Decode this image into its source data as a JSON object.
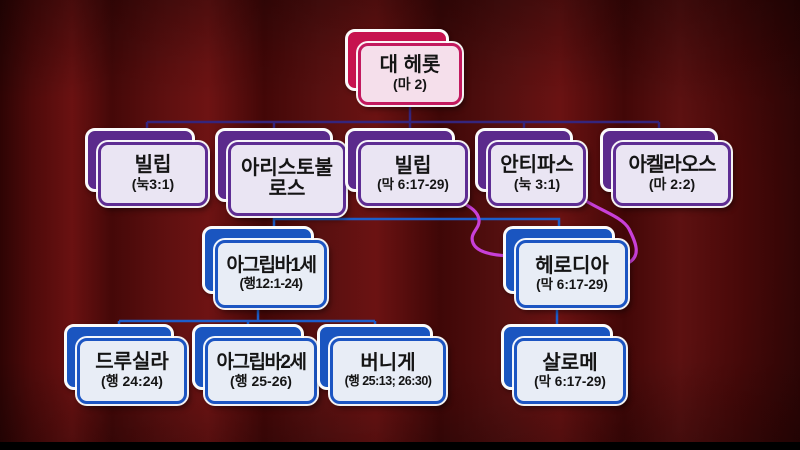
{
  "slide": {
    "background_color": "#4c0909",
    "letterbox_color": "#000000"
  },
  "colors": {
    "connector_dark": "#35257d",
    "connector_blue": "#1d5ecb",
    "marriage_line": "#c840d8",
    "pink_solid": "#c6134f",
    "purple_solid": "#5b2a8c",
    "blue_solid": "#1a55c0"
  },
  "nodes": {
    "herod": {
      "name": "대 헤롯",
      "ref": "(마 2)"
    },
    "philip1": {
      "name": "빌립",
      "ref": "(눅3:1)"
    },
    "aristobulus": {
      "name": "아리스토불로스",
      "ref": ""
    },
    "philip2": {
      "name": "빌립",
      "ref": "(막 6:17-29)"
    },
    "antipas": {
      "name": "안티파스",
      "ref": "(눅 3:1)"
    },
    "archelaus": {
      "name": "아켈라오스",
      "ref": "(마 2:2)"
    },
    "agrippa1": {
      "name": "아그립바1세",
      "ref": "(행12:1-24)"
    },
    "herodias": {
      "name": "헤로디아",
      "ref": "(막 6:17-29)"
    },
    "drusilla": {
      "name": "드루실라",
      "ref": "(행 24:24)"
    },
    "agrippa2": {
      "name": "아그립바2세",
      "ref": "(행 25-26)"
    },
    "bernice": {
      "name": "버니게",
      "ref": "(행 25:13; 26:30)"
    },
    "salome": {
      "name": "살로메",
      "ref": "(막 6:17-29)"
    }
  }
}
